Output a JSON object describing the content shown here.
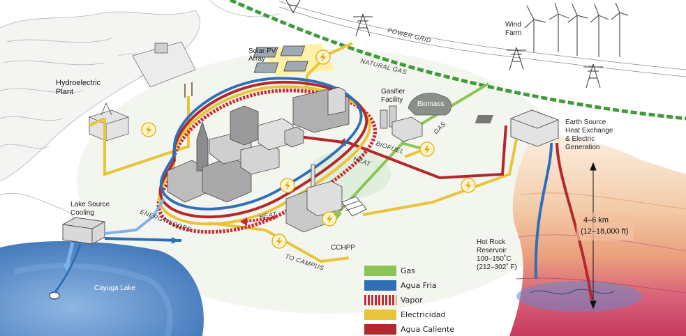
{
  "labels": {
    "hydro_1": "Hydroelectric",
    "hydro_2": "Plant",
    "solar_1": "Solar PV",
    "solar_2": "Array",
    "power_grid": "POWER GRID",
    "natural_gas": "NATURAL GAS",
    "wind_1": "Wind",
    "wind_2": "Farm",
    "gasifier_1": "Gasifier",
    "gasifier_2": "Facility",
    "biomass": "Biomass",
    "gas_pipe": "GAS",
    "biofuel": "BIOFUEL",
    "heat_upper": "HEAT",
    "heat_lower": "HEAT",
    "earth_1": "Earth Source",
    "earth_2": "Heat Exchange",
    "earth_3": "& Electric",
    "earth_4": "Generation",
    "depth_1": "4–6 km",
    "depth_2": "(12–18,000 ft)",
    "rock_1": "Hot Rock",
    "rock_2": "Reservoir",
    "rock_3": "100–150˚C",
    "rock_4": "(212–302˚ F)",
    "lake_cool_1": "Lake Source",
    "lake_cool_2": "Cooling",
    "cayuga": "Cayuga Lake",
    "energy_loops": "ENERGY LOOPS",
    "to_campus": "TO CAMPUS",
    "cchpp": "CCHPP"
  },
  "legend": [
    {
      "label": "Gas",
      "color": "#8dc455"
    },
    {
      "label": "Agua Fria",
      "color": "#2e6fb7"
    },
    {
      "label": "Vapor",
      "color": "#c8282e"
    },
    {
      "label": "Electricidad",
      "color": "#e8c43a"
    },
    {
      "label": "Agua Caliente",
      "color": "#b3282d"
    }
  ],
  "colors": {
    "gas": "#8dc455",
    "cold_water": "#2e6fb7",
    "steam": "#c8282e",
    "electricity": "#e8c43a",
    "hot_water": "#b3282d",
    "lake": "#4f86c6",
    "grid_line": "#3f9a3a"
  },
  "icons": [
    "lightning-bolt-icon",
    "wind-turbine-icon",
    "transmission-tower-icon"
  ]
}
